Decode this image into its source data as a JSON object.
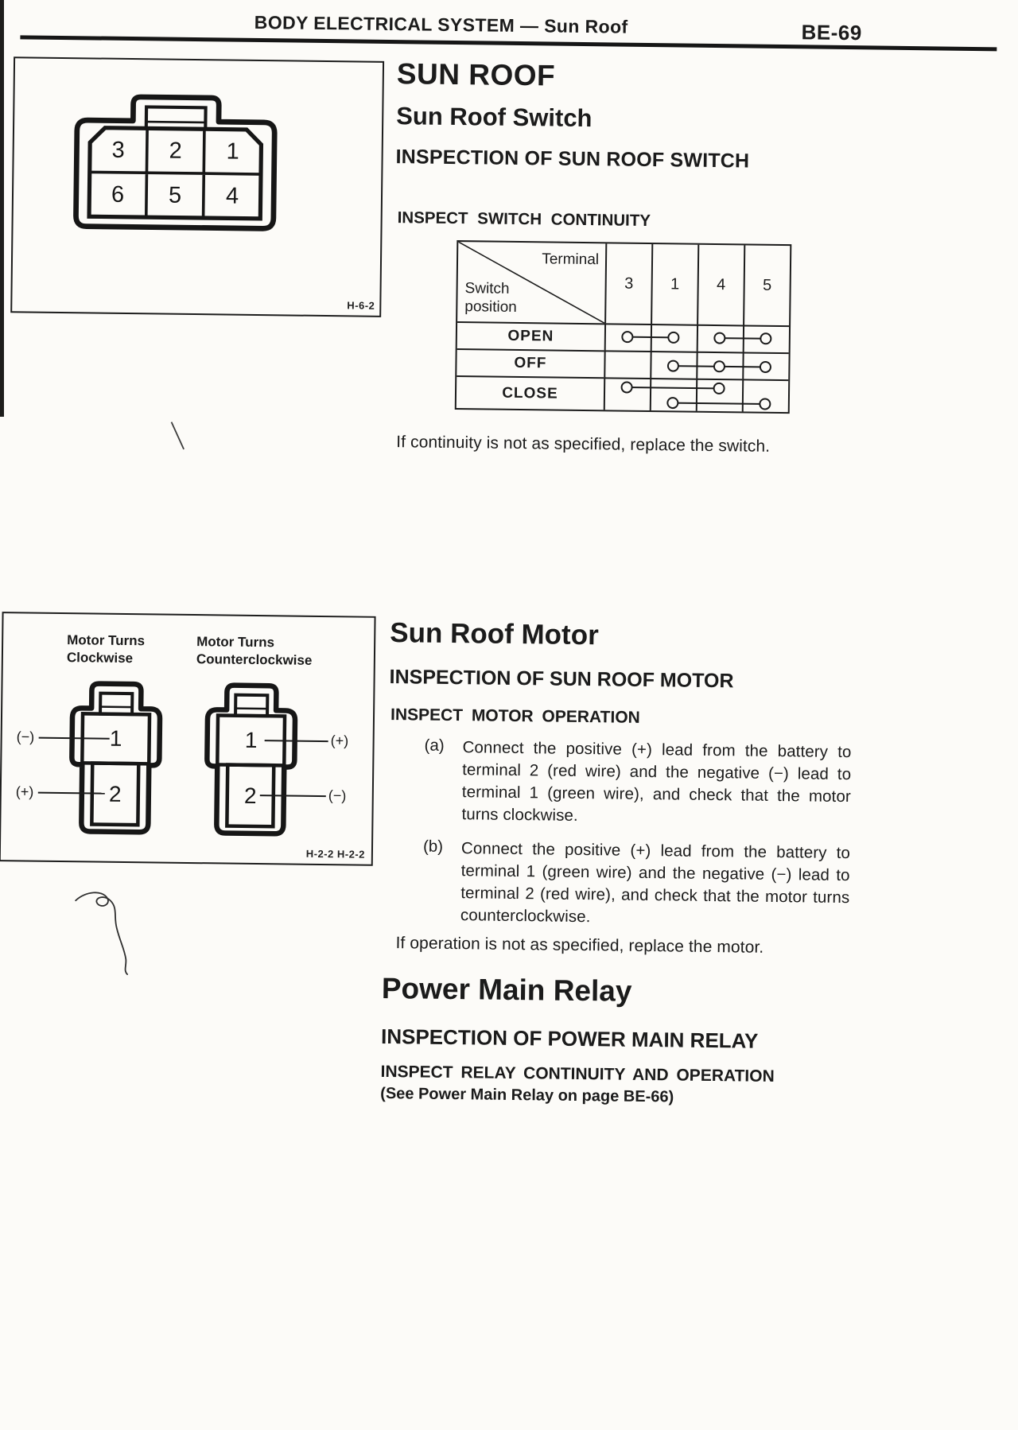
{
  "page": {
    "header_title": "BODY ELECTRICAL SYSTEM — Sun Roof",
    "page_number": "BE-69"
  },
  "sun_roof_switch": {
    "title": "SUN ROOF",
    "subtitle": "Sun Roof Switch",
    "inspection_heading": "INSPECTION OF SUN ROOF SWITCH",
    "procedure_heading": "INSPECT SWITCH CONTINUITY",
    "connector_figure": {
      "pins": [
        "3",
        "2",
        "1",
        "6",
        "5",
        "4"
      ],
      "figure_code": "H-6-2"
    },
    "continuity_table": {
      "corner_label_top": "Terminal",
      "corner_label_bottom_line1": "Switch",
      "corner_label_bottom_line2": "position",
      "columns": [
        "3",
        "1",
        "4",
        "5"
      ],
      "rows": [
        {
          "label": "OPEN",
          "connections": [
            {
              "terminals": [
                "3",
                "1"
              ],
              "level": 0.5
            },
            {
              "terminals": [
                "4",
                "5"
              ],
              "level": 0.5
            }
          ]
        },
        {
          "label": "OFF",
          "connections": [
            {
              "terminals": [
                "1",
                "4",
                "5"
              ],
              "level": 0.55
            }
          ]
        },
        {
          "label": "CLOSE",
          "connections": [
            {
              "terminals": [
                "3",
                "4"
              ],
              "level": 0.3
            },
            {
              "terminals": [
                "1",
                "5"
              ],
              "level": 0.76
            }
          ]
        }
      ]
    },
    "note": "If continuity is not as specified, replace the switch."
  },
  "sun_roof_motor": {
    "title": "Sun Roof Motor",
    "inspection_heading": "INSPECTION OF SUN ROOF MOTOR",
    "procedure_heading": "INSPECT MOTOR OPERATION",
    "motor_figure": {
      "left_connector": {
        "title_line1": "Motor Turns",
        "title_line2": "Clockwise",
        "pin1": "1",
        "pin2": "2",
        "pin1_polarity": "(−)",
        "pin2_polarity": "(+)"
      },
      "right_connector": {
        "title_line1": "Motor Turns",
        "title_line2": "Counterclockwise",
        "pin1": "1",
        "pin2": "2",
        "pin1_polarity": "(+)",
        "pin2_polarity": "(−)"
      },
      "figure_code": "H-2-2 H-2-2"
    },
    "steps": [
      {
        "label": "(a)",
        "text": "Connect the positive (+) lead from the battery to terminal 2 (red wire) and the negative (−) lead to terminal 1 (green wire), and check that the motor turns clockwise."
      },
      {
        "label": "(b)",
        "text": "Connect the positive (+) lead from the battery to terminal 1 (green wire) and the negative (−) lead to terminal 2 (red wire), and check that the motor turns counterclockwise."
      }
    ],
    "note": "If operation is not as specified, replace the motor."
  },
  "power_main_relay": {
    "title": "Power Main Relay",
    "inspection_heading": "INSPECTION OF POWER MAIN RELAY",
    "procedure_line1": "INSPECT RELAY CONTINUITY AND OPERATION",
    "procedure_line2": "(See Power Main Relay on page BE-66)"
  }
}
